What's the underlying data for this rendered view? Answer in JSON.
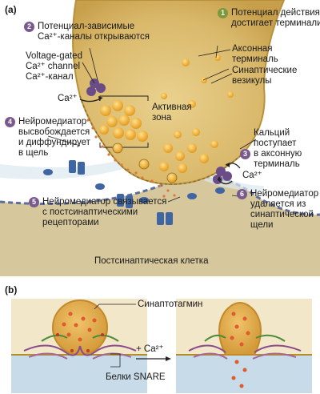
{
  "panel_a": {
    "letter": "(a)",
    "steps": [
      {
        "num": "1",
        "color": "#7a9a3a",
        "text_lines": [
          "Потенциал действия",
          "достигает терминали"
        ]
      },
      {
        "num": "2",
        "color": "#7a5a8e",
        "text_lines": [
          "Потенциал-зависимые",
          "Ca²⁺-каналы открываются"
        ]
      },
      {
        "num": "3",
        "color": "#7a5a8e",
        "text_lines": [
          "Кальций",
          "поступает",
          "в аксонную",
          "терминаль"
        ]
      },
      {
        "num": "4",
        "color": "#7a5a8e",
        "text_lines": [
          "Нейромедиатор",
          "высвобождается",
          "и диффундирует",
          "в щель"
        ]
      },
      {
        "num": "5",
        "color": "#7a5a8e",
        "text_lines": [
          "Нейромедиатор связывается",
          "с постсинаптическими",
          "рецепторами"
        ]
      },
      {
        "num": "6",
        "color": "#7a5a8e",
        "text_lines": [
          "Нейромедиатор",
          "удаляется из",
          "синаптической",
          "щели"
        ]
      }
    ],
    "labels": {
      "voltage_gated": [
        "Voltage-gated",
        "Ca²⁺ channel",
        "Ca²⁺-канал"
      ],
      "axon_terminal": [
        "Аксонная",
        "терминаль"
      ],
      "synaptic_vesicles": [
        "Синаптические",
        "везикулы"
      ],
      "active_zone": [
        "Активная",
        "зона"
      ],
      "ca_left": "Ca²⁺",
      "ca_right": "Ca²⁺",
      "postsynaptic_cell": "Постсинаптическая клетка"
    }
  },
  "panel_b": {
    "letter": "(b)",
    "synaptotagmin": "Синаптотагмин",
    "ca_arrow": "+ Ca²⁺",
    "snare": "Белки SNARE"
  },
  "colors": {
    "terminal": "#d9b86a",
    "terminal_dark": "#b8913c",
    "vesicle": "#f2b535",
    "postsynaptic": "#d6c79c",
    "receptor": "#3f66a3",
    "channel": "#6a4d86",
    "cleft_blue": "#c8dbe8"
  }
}
